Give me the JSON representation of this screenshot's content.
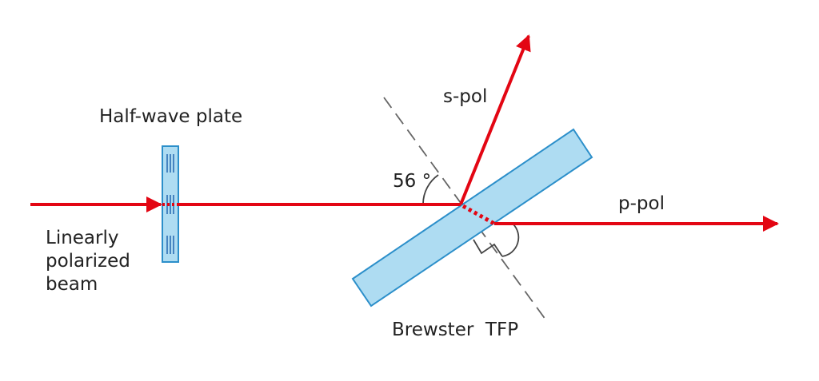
{
  "labels": {
    "half_wave_plate": "Half-wave plate",
    "input_line1": "Linearly",
    "input_line2": "polarized",
    "input_line3": "beam",
    "angle": "56 °",
    "s_pol": "s-pol",
    "p_pol": "p-pol",
    "tfp": "Brewster  TFP"
  },
  "colors": {
    "beam": "#e30613",
    "optic_fill": "#aedcf2",
    "optic_stroke": "#2c8fca",
    "normal_line": "#666666",
    "text": "#222222"
  }
}
